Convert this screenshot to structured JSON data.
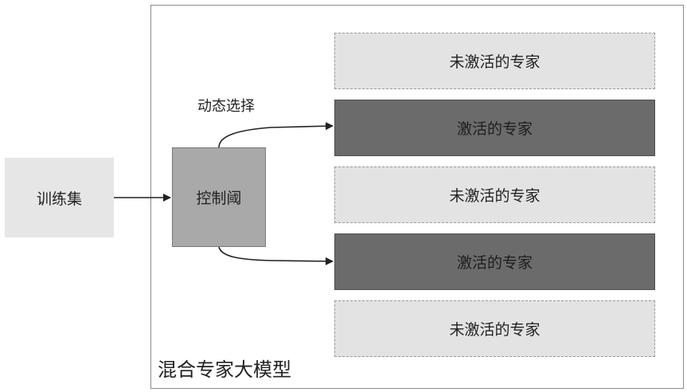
{
  "model": {
    "title": "混合专家大模型"
  },
  "input": {
    "label": "训练集"
  },
  "gate": {
    "label": "控制阈",
    "selection_label": "动态选择"
  },
  "experts": [
    {
      "label": "未激活的专家",
      "state": "inactive"
    },
    {
      "label": "激活的专家",
      "state": "active"
    },
    {
      "label": "未激活的专家",
      "state": "inactive"
    },
    {
      "label": "激活的专家",
      "state": "active"
    },
    {
      "label": "未激活的专家",
      "state": "inactive"
    }
  ],
  "colors": {
    "inactive_fill": "#e3e3e3",
    "active_fill": "#6b6b6b",
    "gate_fill": "#a9a9a9",
    "input_fill": "#e6e6e6",
    "arrow": "#222222"
  }
}
